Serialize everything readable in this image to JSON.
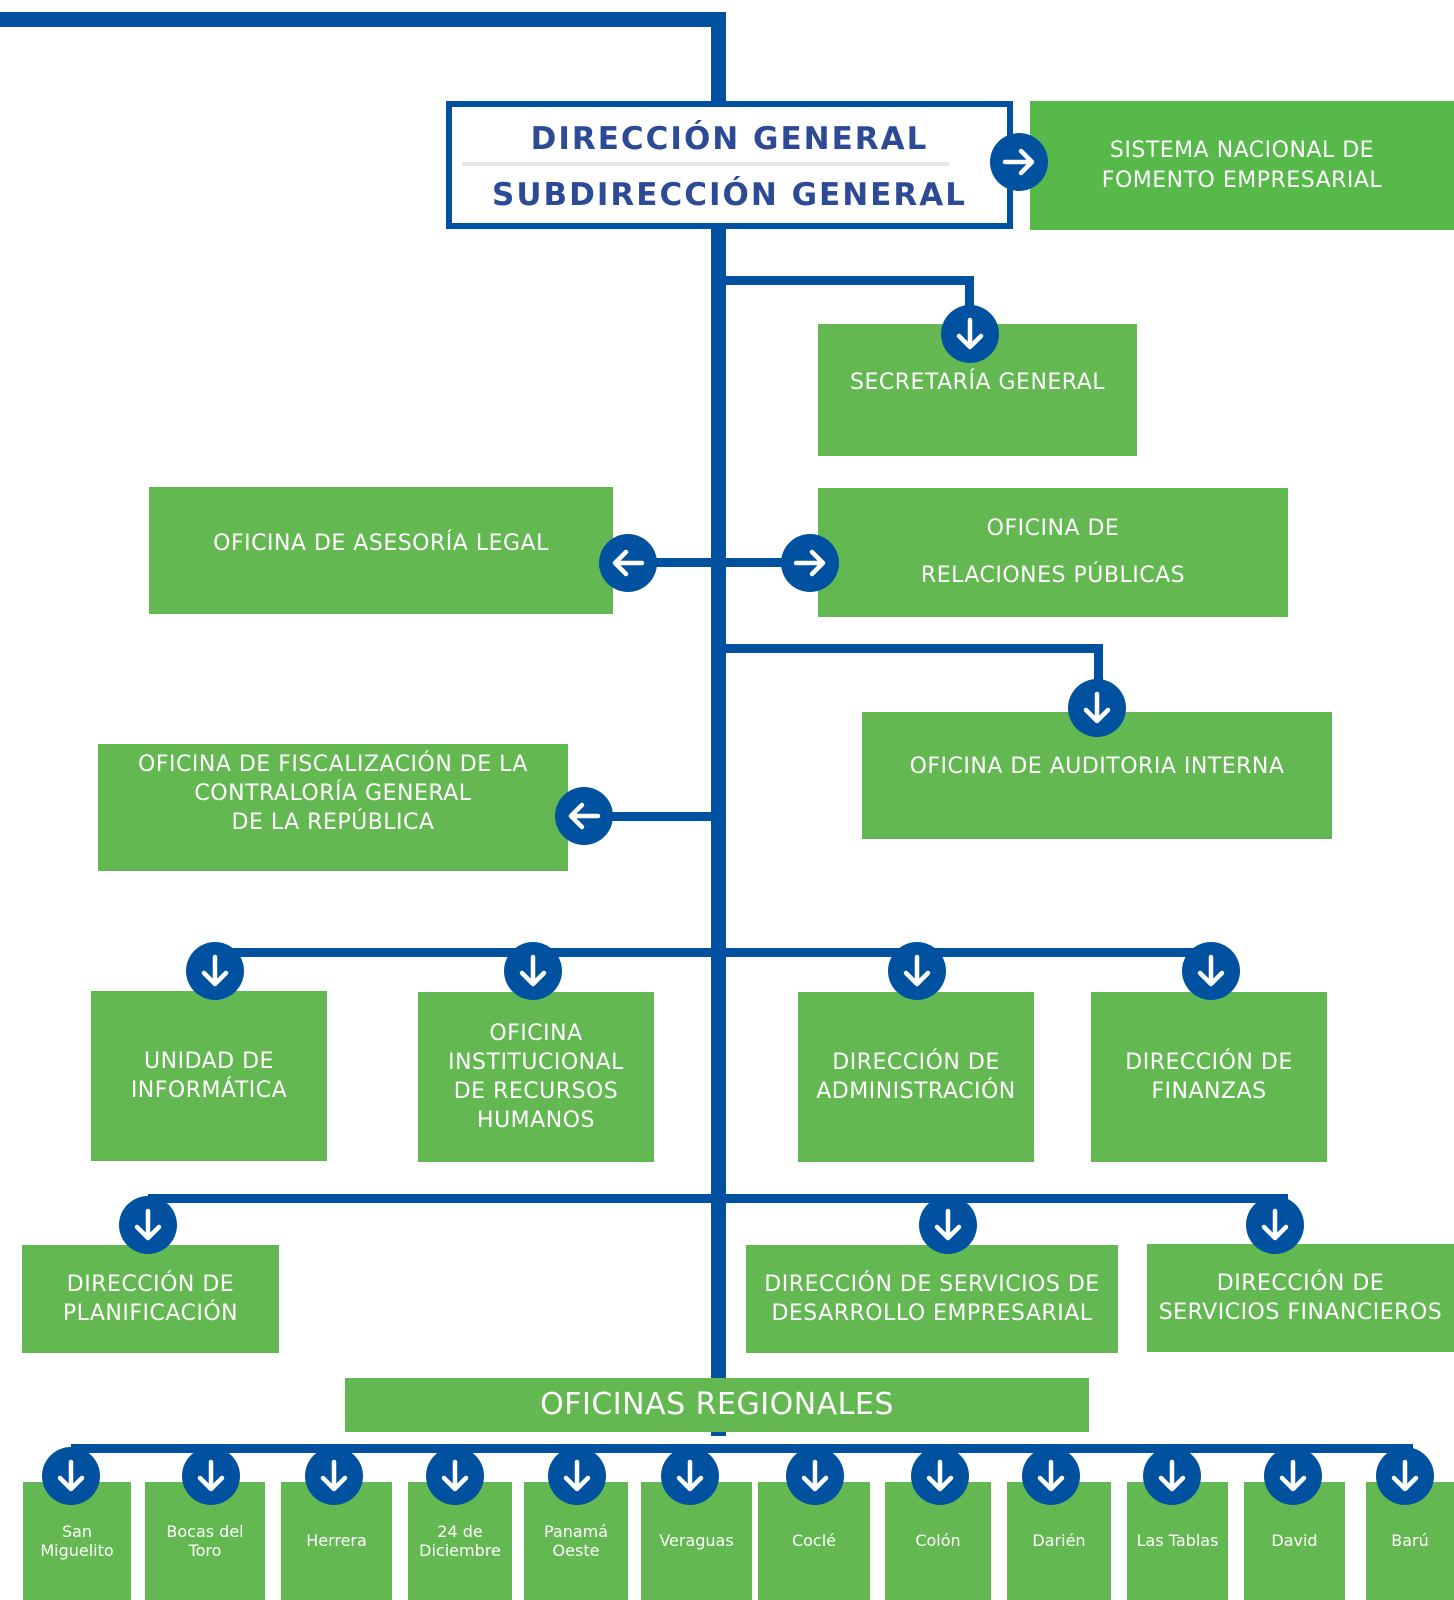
{
  "header": {
    "line1": "DIRECCIÓN GENERAL",
    "line2": "SUBDIRECCIÓN GENERAL"
  },
  "units": {
    "sistema": "SISTEMA NACIONAL DE\nFOMENTO EMPRESARIAL",
    "secretaria": "SECRETARÍA GENERAL",
    "asesoria": "OFICINA DE ASESORÍA LEGAL",
    "relaciones": "OFICINA DE\nRELACIONES PÚBLICAS",
    "auditoria": "OFICINA DE AUDITORIA INTERNA",
    "fiscalizacion": "OFICINA DE FISCALIZACIÓN DE LA\nCONTRALORÍA GENERAL\nDE LA REPÚBLICA",
    "informatica": "UNIDAD DE\nINFORMÁTICA",
    "rrhh": "OFICINA\nINSTITUCIONAL\nDE RECURSOS\nHUMANOS",
    "administracion": "DIRECCIÓN DE\nADMINISTRACIÓN",
    "finanzas": "DIRECCIÓN  DE\nFINANZAS",
    "planificacion": "DIRECCIÓN DE\nPLANIFICACIÓN",
    "desarrollo": "DIRECCIÓN DE SERVICIOS DE\nDESARROLLO EMPRESARIAL",
    "financieros": "DIRECCIÓN DE\nSERVICIOS FINANCIEROS",
    "regionales_title": "OFICINAS REGIONALES"
  },
  "regional_offices": [
    "San\nMiguelito",
    "Bocas del\nToro",
    "Herrera",
    "24 de\nDiciembre",
    "Panamá\nOeste",
    "Veraguas",
    "Coclé",
    "Colón",
    "Darién",
    "Las Tablas",
    "David",
    "Barú"
  ],
  "colors": {
    "line_blue": "#0051a0",
    "head_text": "#2d4a96",
    "box_green": "#64b852",
    "box_green_bright": "#56b94a"
  },
  "icons": {
    "connector_right": "arrow-right-icon",
    "connector_left": "arrow-left-icon",
    "connector_down": "arrow-down-icon"
  }
}
